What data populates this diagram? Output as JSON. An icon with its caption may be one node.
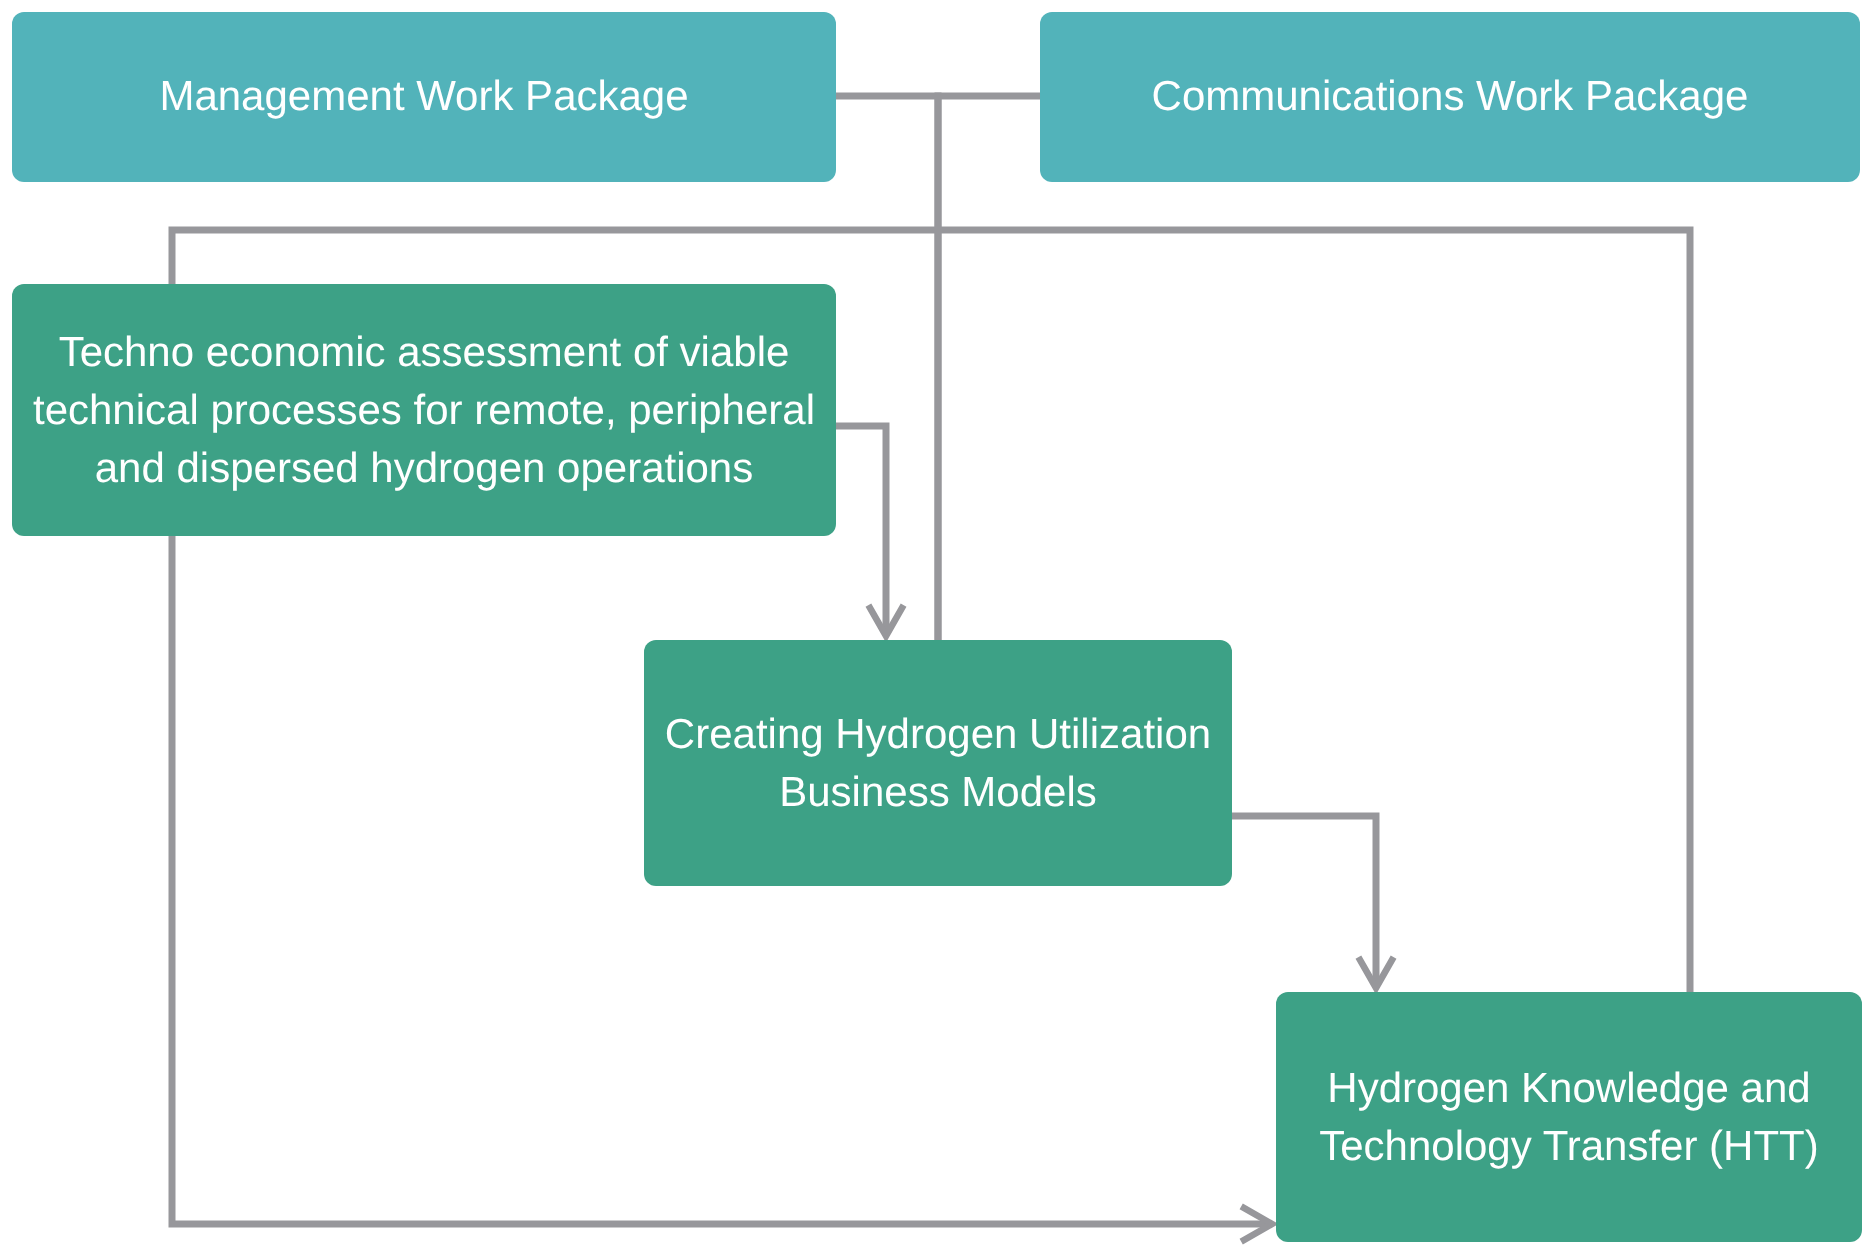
{
  "diagram": {
    "nodes": [
      {
        "text": [
          "Management Work Package"
        ]
      },
      {
        "text": [
          "Communications Work Package"
        ]
      },
      {
        "text": [
          "Techno economic assessment of viable technical processes for remote, peripheral and dispersed hydrogen operations"
        ]
      },
      {
        "text": [
          "Creating Hydrogen Utilization Business Models"
        ]
      },
      {
        "text": [
          "Hydrogen Knowledge and Technology Transfer (HTT)"
        ]
      }
    ],
    "edges": [
      {
        "from": 0,
        "to": 3,
        "arrow": "none"
      },
      {
        "from": 1,
        "to": 3,
        "arrow": "none"
      },
      {
        "from": 2,
        "to": 3,
        "arrow": "to"
      },
      {
        "from": 3,
        "to": 4,
        "arrow": "to"
      },
      {
        "from": 4,
        "to": 2,
        "arrow": "none"
      },
      {
        "from": 2,
        "to": 4,
        "arrow": "to"
      }
    ]
  }
}
